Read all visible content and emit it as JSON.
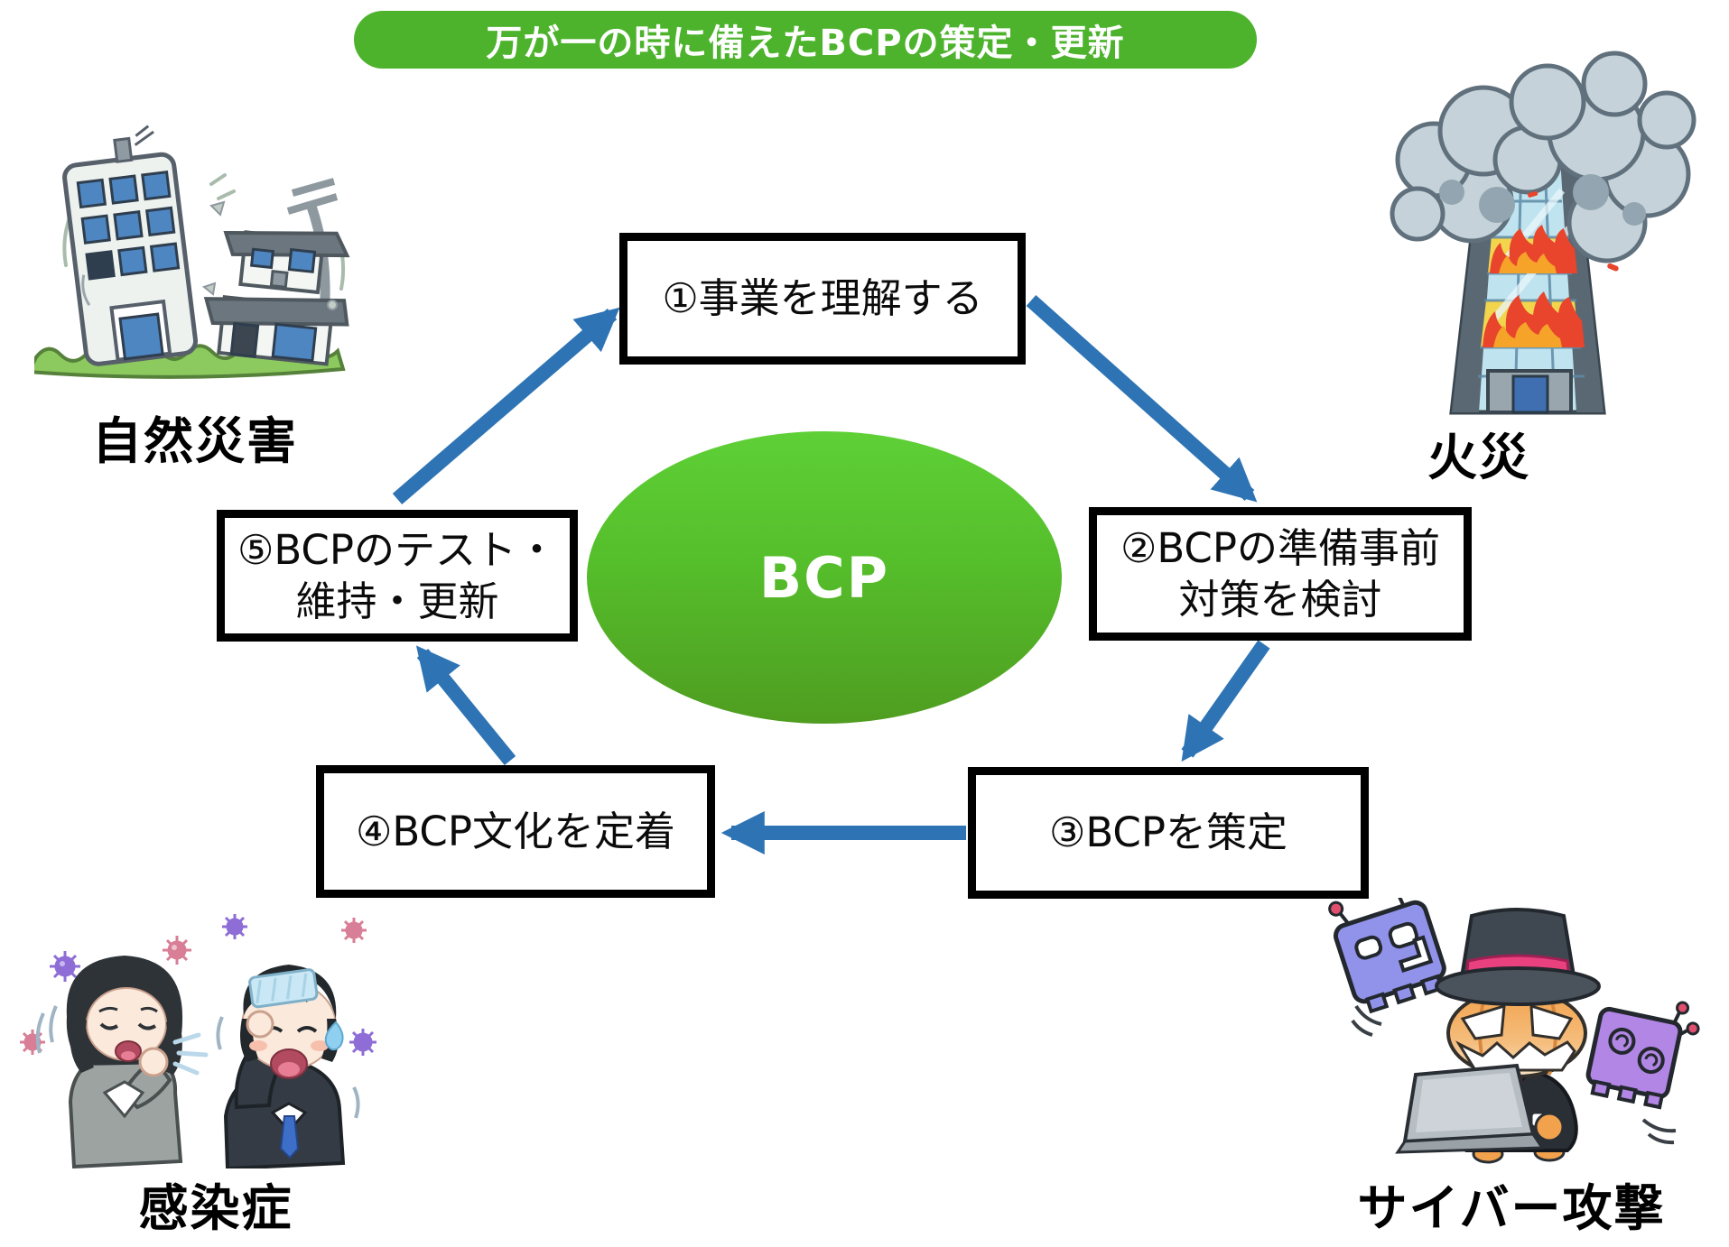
{
  "title": {
    "text": "万が一の時に備えたBCPの策定・更新"
  },
  "center": {
    "label": "BCP"
  },
  "steps": [
    {
      "name": "understand-business",
      "lines": [
        "①事業を理解する"
      ]
    },
    {
      "name": "consider-preparations",
      "lines": [
        "②BCPの準備事前",
        "対策を検討"
      ]
    },
    {
      "name": "formulate-bcp",
      "lines": [
        "③BCPを策定"
      ]
    },
    {
      "name": "establish-bcp-culture",
      "lines": [
        "④BCP文化を定着"
      ]
    },
    {
      "name": "test-maintain-update",
      "lines": [
        "⑤BCPのテスト・",
        "維持・更新"
      ]
    }
  ],
  "threats": [
    {
      "name": "natural-disaster",
      "label": "自然災害",
      "icon": "earthquake-illustration"
    },
    {
      "name": "fire",
      "label": "火災",
      "icon": "burning-building-illustration"
    },
    {
      "name": "infectious-disease",
      "label": "感染症",
      "icon": "sick-people-illustration"
    },
    {
      "name": "cyber-attack",
      "label": "サイバー攻撃",
      "icon": "pumpkin-hacker-illustration"
    }
  ],
  "colors": {
    "title_bg": "#4DB32C",
    "ellipse_top": "#5ED036",
    "ellipse_bottom": "#4F9D20",
    "arrow": "#2E74B5",
    "box_border": "#000000",
    "label_text": "#000000"
  }
}
